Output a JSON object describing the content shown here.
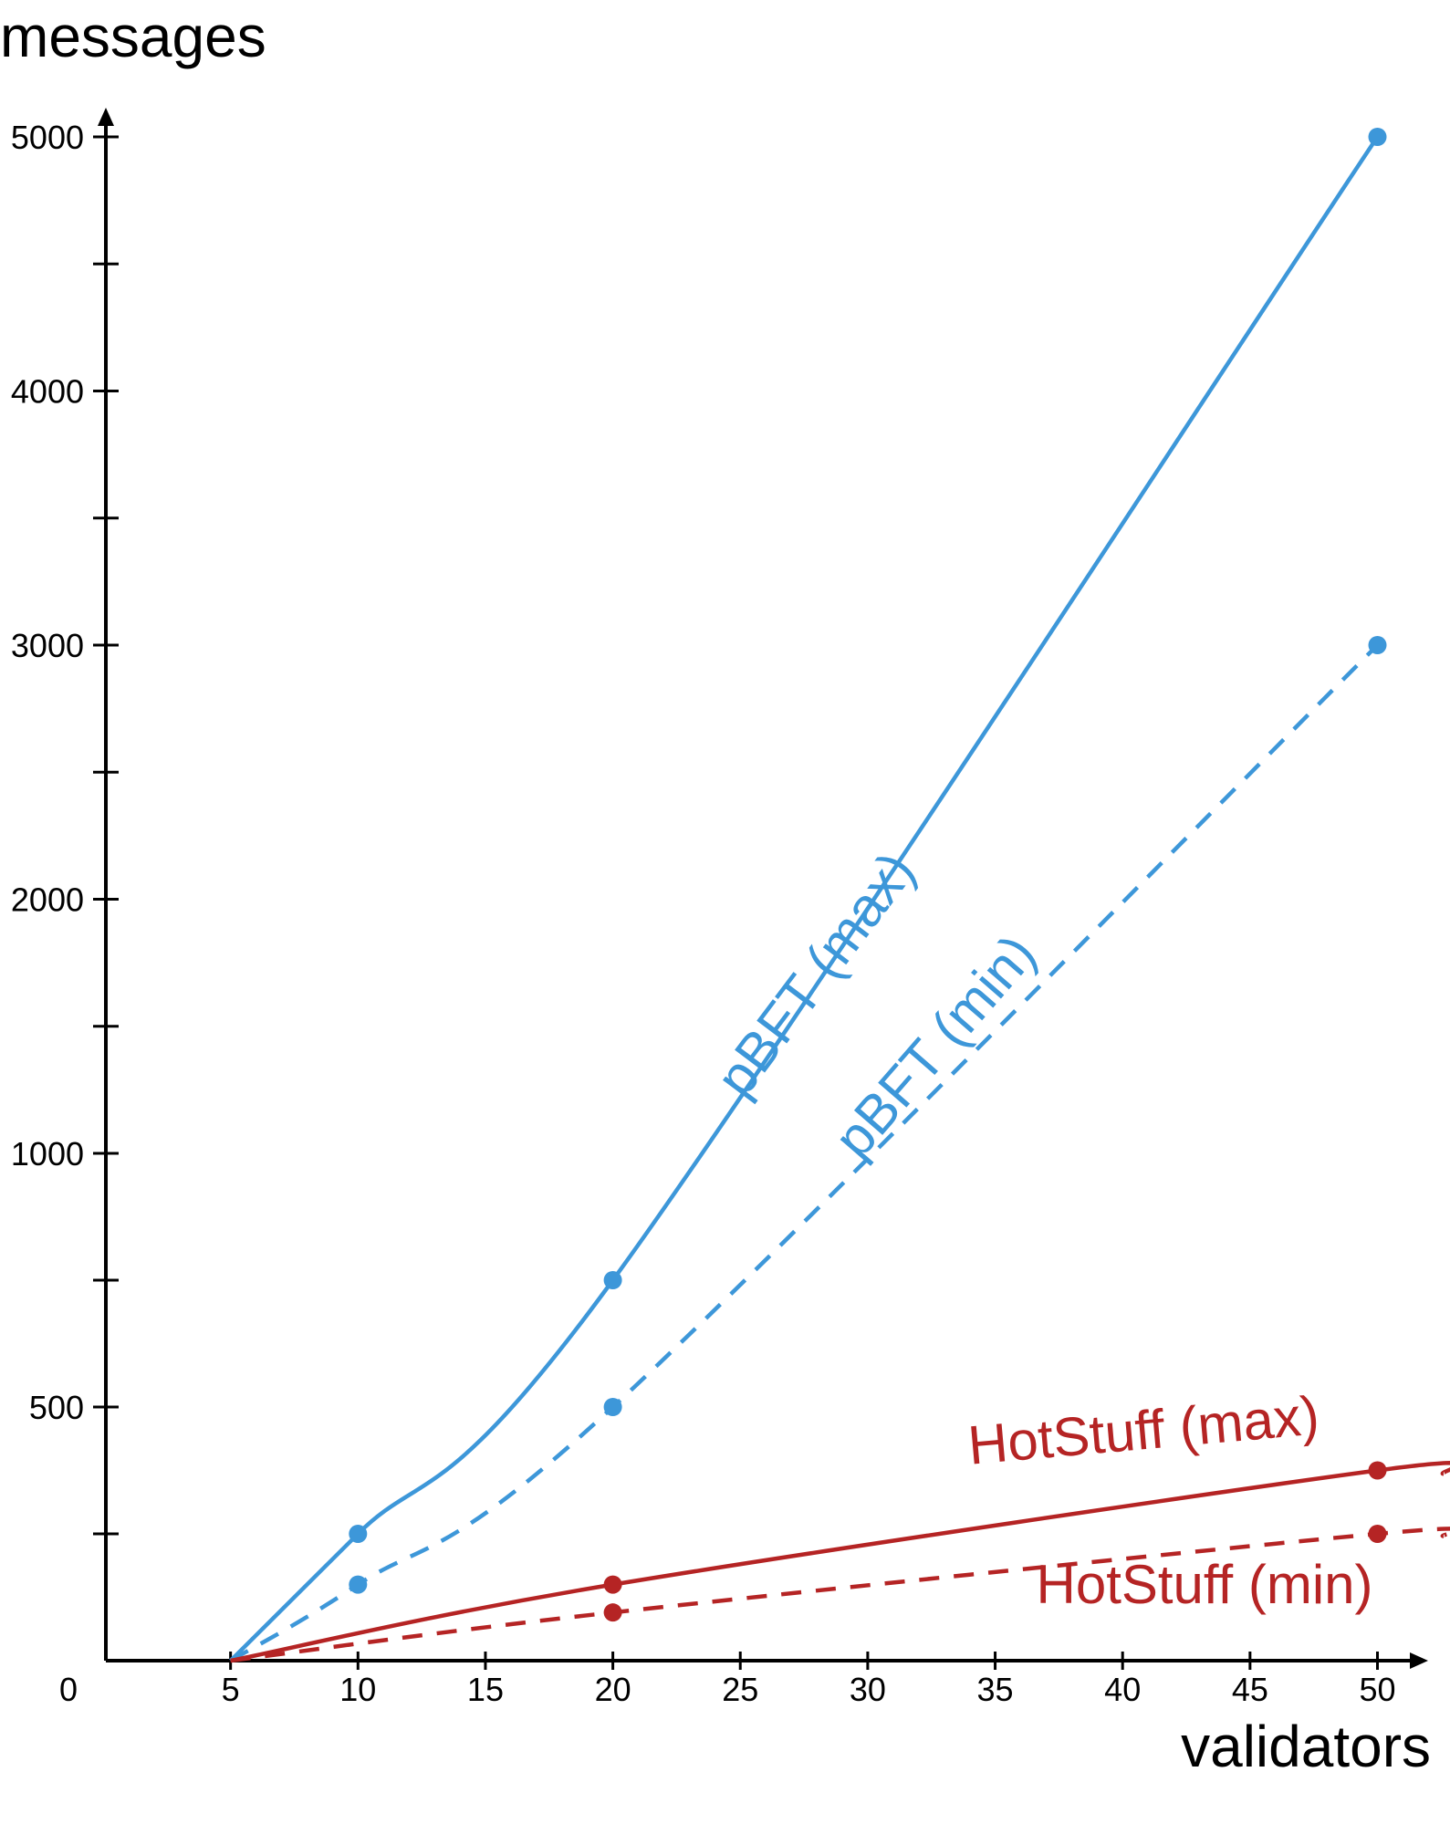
{
  "chart_data": {
    "type": "line",
    "title": "",
    "xlabel": "validators",
    "ylabel": "messages",
    "origin_label": "0",
    "x_ticks": [
      5,
      10,
      15,
      20,
      25,
      30,
      35,
      40,
      45,
      50
    ],
    "y_ticks": [
      500,
      1000,
      2000,
      3000,
      4000,
      5000
    ],
    "y_minor_ticks": [
      250,
      750,
      1500,
      2500,
      3500,
      4500
    ],
    "y_scale": "piecewise-linear: 0-1000 compressed, 1000-5000 linear",
    "grid": false,
    "legend": "none (series labels drawn along curves)",
    "series": [
      {
        "name": "pBFT (max)",
        "color": "#3d97d9",
        "style": "solid",
        "points": [
          [
            5,
            0
          ],
          [
            10,
            250
          ],
          [
            20,
            750
          ],
          [
            50,
            5000
          ]
        ]
      },
      {
        "name": "pBFT (min)",
        "color": "#3d97d9",
        "style": "dashed",
        "points": [
          [
            5,
            0
          ],
          [
            10,
            150
          ],
          [
            20,
            500
          ],
          [
            50,
            3000
          ]
        ]
      },
      {
        "name": "HotStuff (max)",
        "color": "#b52424",
        "style": "solid",
        "points": [
          [
            5,
            0
          ],
          [
            20,
            150
          ],
          [
            50,
            375
          ]
        ]
      },
      {
        "name": "HotStuff (min)",
        "color": "#b52424",
        "style": "dashed",
        "points": [
          [
            5,
            0
          ],
          [
            20,
            95
          ],
          [
            50,
            250
          ]
        ]
      }
    ]
  }
}
